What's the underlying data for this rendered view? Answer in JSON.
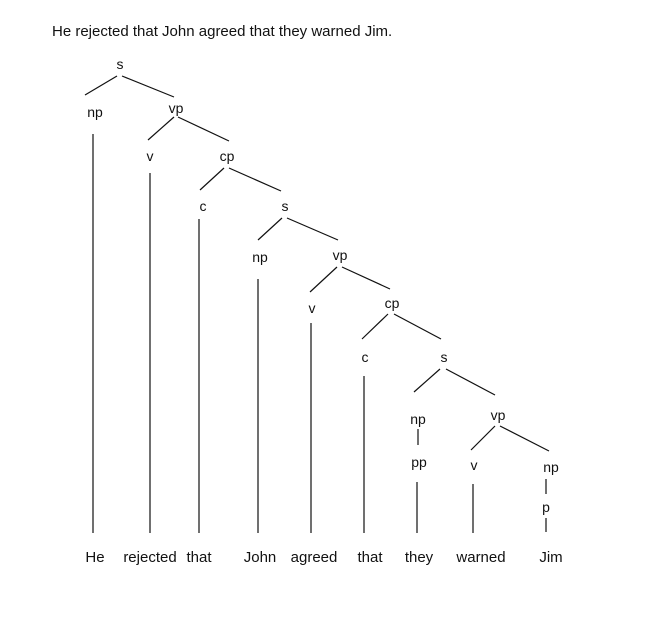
{
  "sentence": "He rejected that John agreed that they warned Jim.",
  "tree": {
    "nodes": [
      {
        "id": "s1",
        "label": "s"
      },
      {
        "id": "np1",
        "label": "np"
      },
      {
        "id": "vp1",
        "label": "vp"
      },
      {
        "id": "v1",
        "label": "v"
      },
      {
        "id": "cp1",
        "label": "cp"
      },
      {
        "id": "c1",
        "label": "c"
      },
      {
        "id": "s2",
        "label": "s"
      },
      {
        "id": "np2",
        "label": "np"
      },
      {
        "id": "vp2",
        "label": "vp"
      },
      {
        "id": "v2",
        "label": "v"
      },
      {
        "id": "cp2",
        "label": "cp"
      },
      {
        "id": "c2",
        "label": "c"
      },
      {
        "id": "s3",
        "label": "s"
      },
      {
        "id": "np3",
        "label": "np"
      },
      {
        "id": "pp3",
        "label": "pp"
      },
      {
        "id": "vp3",
        "label": "vp"
      },
      {
        "id": "v3",
        "label": "v"
      },
      {
        "id": "np4",
        "label": "np"
      },
      {
        "id": "p4",
        "label": "p"
      }
    ],
    "words": [
      "He",
      "rejected",
      "that",
      "John",
      "agreed",
      "that",
      "they",
      "warned",
      "Jim"
    ]
  }
}
